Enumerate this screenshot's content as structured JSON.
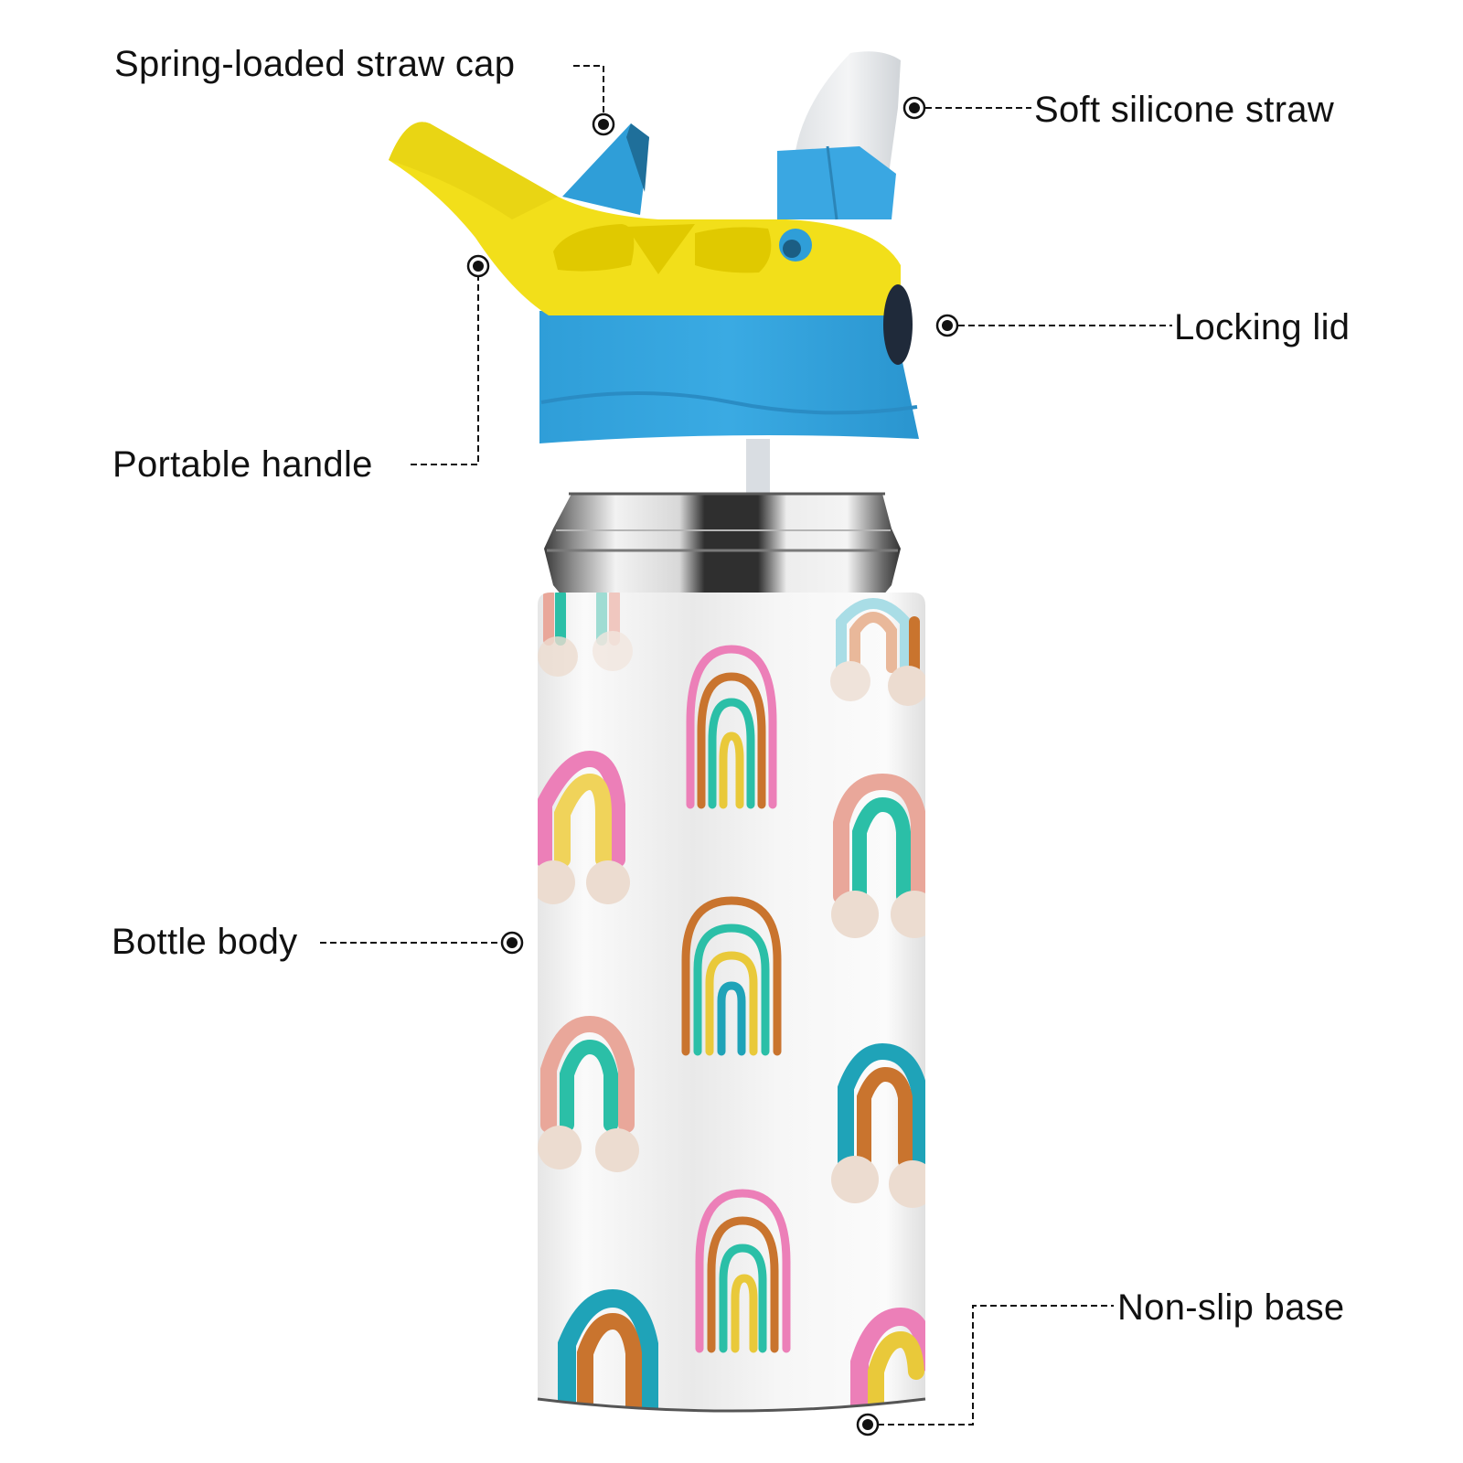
{
  "diagram": {
    "subject": "Kids stainless steel water bottle with straw lid",
    "pattern": "rainbows and clouds",
    "colors": {
      "lid_yellow": "#f2df1a",
      "lid_blue": "#35a6e0",
      "straw_silicone": "#e6e8ea",
      "lock_button": "#1f2a3a",
      "steel": "#9a9a9a",
      "body": "#f3f3f3",
      "rainbow_pink": "#ec7fb8",
      "rainbow_orange": "#c9742e",
      "rainbow_teal": "#2bbfa7",
      "rainbow_yellow": "#e9c93a",
      "rainbow_blue": "#1fa3b8",
      "rainbow_peach": "#e9a79a",
      "cloud": "#ecdcd0",
      "leader_line": "#111111"
    }
  },
  "callouts": [
    {
      "id": "straw-cap",
      "label": "Spring-loaded straw cap"
    },
    {
      "id": "silicone-straw",
      "label": "Soft silicone straw"
    },
    {
      "id": "handle",
      "label": "Portable handle"
    },
    {
      "id": "locking-lid",
      "label": "Locking lid"
    },
    {
      "id": "bottle-body",
      "label": "Bottle body"
    },
    {
      "id": "non-slip-base",
      "label": "Non-slip base"
    }
  ]
}
